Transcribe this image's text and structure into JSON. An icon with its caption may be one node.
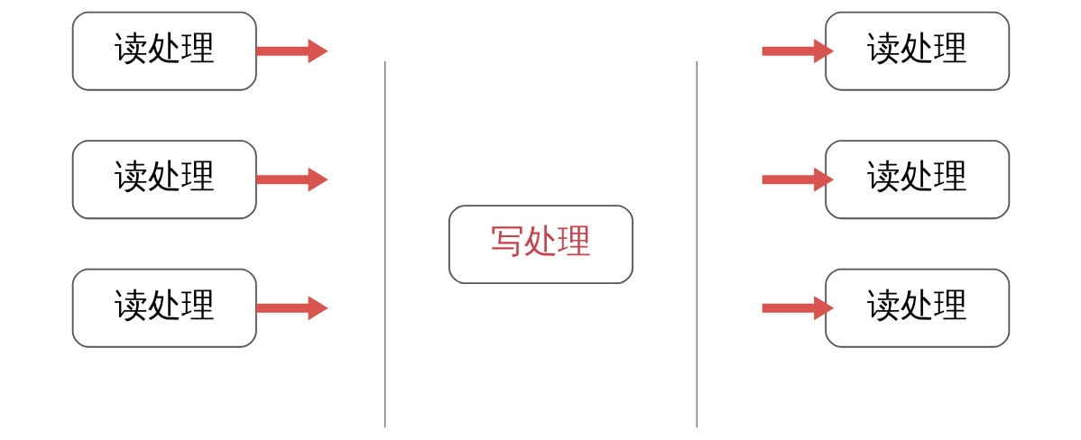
{
  "diagram": {
    "nodes": [
      {
        "text": [
          "读处理"
        ]
      },
      {
        "text": [
          "读处理"
        ]
      },
      {
        "text": [
          "读处理"
        ]
      },
      {
        "text": [
          "写处理"
        ]
      },
      {
        "text": [
          "读处理"
        ]
      },
      {
        "text": [
          "读处理"
        ]
      },
      {
        "text": [
          "读处理"
        ]
      }
    ],
    "edges": [
      {
        "from": 0,
        "to": null,
        "arrow": "to"
      },
      {
        "from": 1,
        "to": null,
        "arrow": "to"
      },
      {
        "from": 2,
        "to": null,
        "arrow": "to"
      },
      {
        "from": null,
        "to": 4,
        "arrow": "to"
      },
      {
        "from": null,
        "to": 5,
        "arrow": "to"
      },
      {
        "from": null,
        "to": 6,
        "arrow": "to"
      }
    ]
  }
}
